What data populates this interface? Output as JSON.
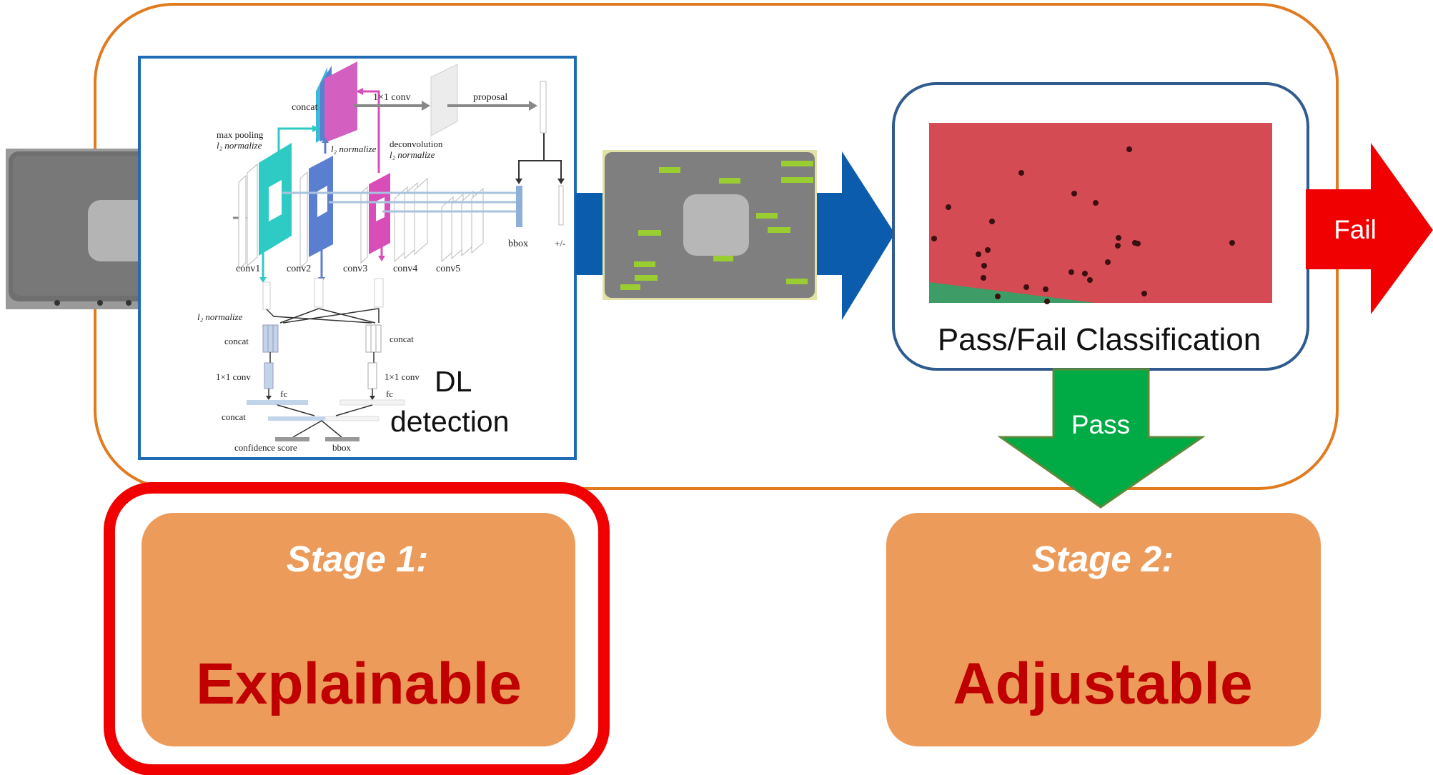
{
  "network": {
    "labels": {
      "concat_top": "concat",
      "conv_1x1_top": "1×1 conv",
      "proposal": "proposal",
      "max_pooling": "max pooling",
      "l2_normalize_left": "l₂ normalize",
      "l2_normalize_mid": "l₂ normalize",
      "deconvolution": "deconvolution",
      "l2_normalize_deconv": "l₂ normalize",
      "conv1": "conv1",
      "conv2": "conv2",
      "conv3": "conv3",
      "conv4": "conv4",
      "conv5": "conv5",
      "bbox_top": "bbox",
      "plus_minus": "+/-",
      "l2_normalize_lower": "l₂ normalize",
      "concat_left": "concat",
      "concat_right": "concat",
      "conv_1x1_left": "1×1 conv",
      "conv_1x1_right": "1×1 conv",
      "fc_left": "fc",
      "fc_right": "fc",
      "concat_bottom": "concat",
      "confidence_score": "confidence score",
      "bbox_bottom": "bbox"
    },
    "caption_line1": "DL",
    "caption_line2": "detection"
  },
  "classifier": {
    "label": "Pass/Fail Classification"
  },
  "arrows": {
    "fail": "Fail",
    "pass": "Pass"
  },
  "stage1": {
    "title": "Stage 1:",
    "value": "Explainable"
  },
  "stage2": {
    "title": "Stage 2:",
    "value": "Adjustable"
  },
  "colors": {
    "outer_frame": "#E07B1F",
    "network_frame": "#1F6BB5",
    "blue_arrow": "#0B5CAD",
    "fail_arrow": "#F00000",
    "pass_arrow": "#00AA44",
    "stage_box": "#EC9B5A",
    "stage_value_text": "#C00000",
    "highlight_ring": "#F00000",
    "fail_region": "#D44B53",
    "pass_region": "#3E9C67"
  }
}
